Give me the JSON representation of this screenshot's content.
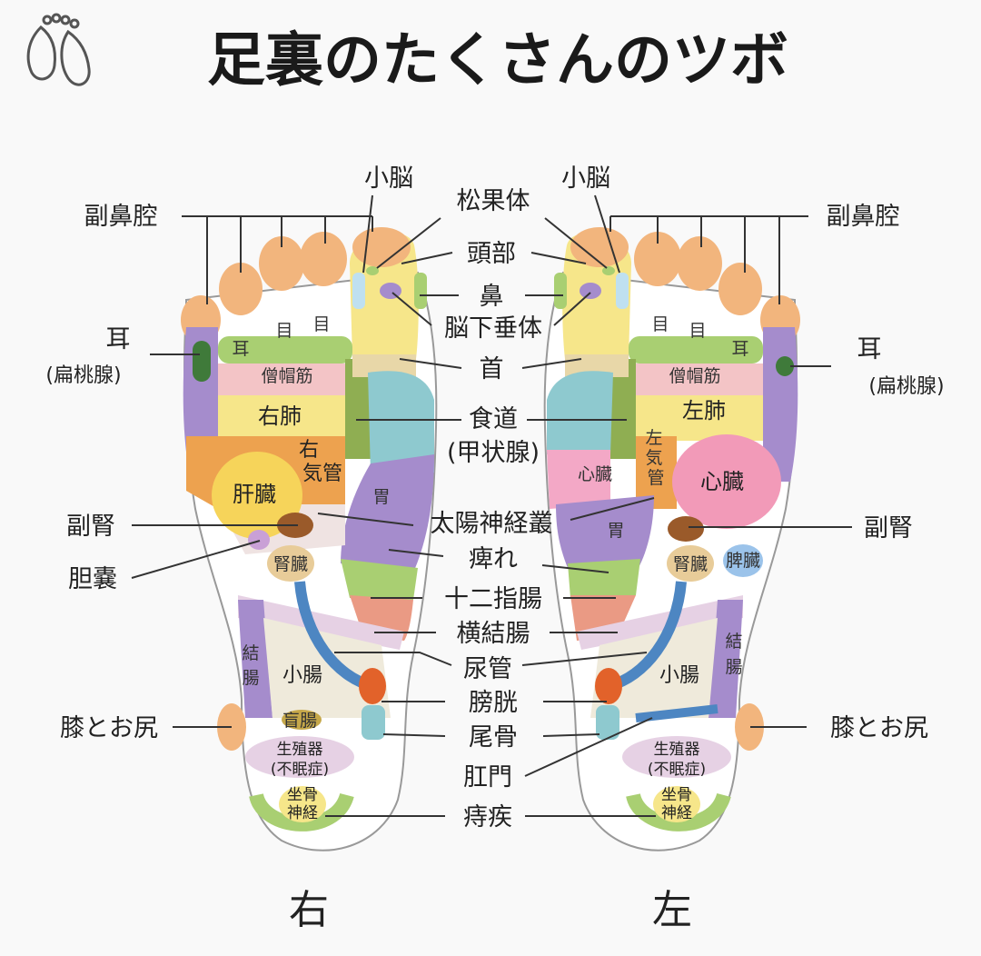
{
  "title": "足裏のたくさんのツボ",
  "logo_icon": "feet-logo-icon",
  "foot_labels": {
    "right": "右",
    "left": "左"
  },
  "center_labels": {
    "matsukatai": "松果体",
    "tobu": "頭部",
    "hana": "鼻",
    "noukasuitai": "脳下垂体",
    "kubi": "首",
    "shokudou": "食道",
    "koujousen": "(甲状腺)",
    "taiyou": "太陽神経叢",
    "shibire": "痺れ",
    "juunishichou": "十二指腸",
    "oukecchou": "横結腸",
    "nyoukan": "尿管",
    "boukou": "膀胱",
    "bikotsu": "尾骨",
    "koumon": "肛門",
    "jishitsu": "痔疾"
  },
  "right_foot": {
    "side_labels": {
      "shounou": "小脳",
      "fukubikuu": "副鼻腔",
      "mimi": "耳",
      "hentousen": "(扁桃腺)",
      "fukujin": "副腎",
      "tannou": "胆嚢",
      "hiza": "膝とお尻"
    },
    "zones": {
      "me1": "目",
      "me2": "目",
      "mimi": "耳",
      "soubou": "僧帽筋",
      "hai": "右肺",
      "kikan1": "右",
      "kikan2": "気管",
      "kanzou": "肝臓",
      "i": "胃",
      "jinzou": "腎臓",
      "kecchou1": "結",
      "kecchou2": "腸",
      "shouchou": "小腸",
      "mouchou": "盲腸",
      "seishoku": "生殖器",
      "fuminshou": "(不眠症)",
      "zakotsu1": "坐骨",
      "zakotsu2": "神経"
    }
  },
  "left_foot": {
    "side_labels": {
      "shounou": "小脳",
      "fukubikuu": "副鼻腔",
      "mimi": "耳",
      "hentousen": "(扁桃腺)",
      "fukujin": "副腎",
      "hiza": "膝とお尻"
    },
    "zones": {
      "me1": "目",
      "me2": "目",
      "mimi": "耳",
      "soubou": "僧帽筋",
      "hai": "左肺",
      "kikan1": "左",
      "kikan2": "気",
      "kikan3": "管",
      "shinzou_small": "心臓",
      "shinzou": "心臓",
      "i": "胃",
      "jinzou": "腎臓",
      "hizou": "脾臓",
      "kecchou1": "結",
      "kecchou2": "腸",
      "shouchou": "小腸",
      "seishoku": "生殖器",
      "fuminshou": "(不眠症)",
      "zakotsu1": "坐骨",
      "zakotsu2": "神経"
    }
  },
  "colors": {
    "toe": "#f2b57d",
    "skin": "#f6f0d8",
    "green": "#a9cf72",
    "pink": "#f3c4c6",
    "yellow": "#f6e68a",
    "orange": "#eda24f",
    "purple": "#a58ccc",
    "teal": "#8ec9cf",
    "salmon": "#ea9a84",
    "blue": "#4d86c2",
    "red": "#e2622a"
  }
}
